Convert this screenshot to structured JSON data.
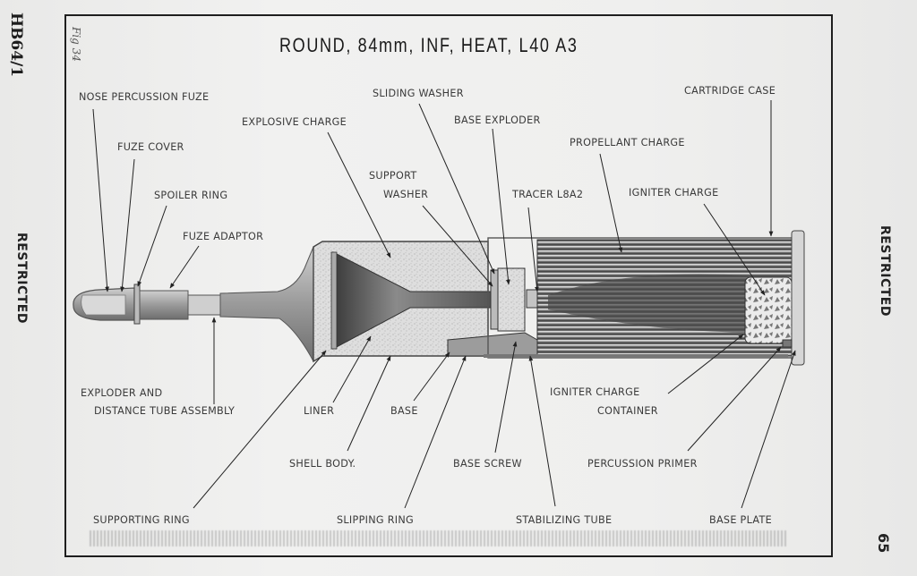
{
  "document": {
    "header_code": "HB64/1",
    "classification_left": "RESTRICTED",
    "classification_right": "RESTRICTED",
    "page_number": "65",
    "figure_label": "Fig 34",
    "title": "ROUND, 84mm, INF, HEAT, L40 A3"
  },
  "diagram": {
    "subject": "84mm HEAT round cross-section",
    "labels": {
      "nose_percussion_fuze": "NOSE PERCUSSION FUZE",
      "fuze_cover": "FUZE COVER",
      "spoiler_ring": "SPOILER RING",
      "fuze_adaptor": "FUZE ADAPTOR",
      "explosive_charge": "EXPLOSIVE CHARGE",
      "sliding_washer": "SLIDING WASHER",
      "base_exploder": "BASE EXPLODER",
      "support_washer_1": "SUPPORT",
      "support_washer_2": "WASHER",
      "tracer": "TRACER L8A2",
      "propellant_charge": "PROPELLANT CHARGE",
      "cartridge_case": "CARTRIDGE CASE",
      "igniter_charge": "IGNITER CHARGE",
      "exploder_1": "EXPLODER AND",
      "exploder_2": "DISTANCE TUBE ASSEMBLY",
      "liner": "LINER",
      "base": "BASE",
      "shell_body": "SHELL BODY.",
      "base_screw": "BASE SCREW",
      "igniter_container_1": "IGNITER CHARGE",
      "igniter_container_2": "CONTAINER",
      "percussion_primer": "PERCUSSION PRIMER",
      "supporting_ring": "SUPPORTING RING",
      "slipping_ring": "SLIPPING RING",
      "stabilizing_tube": "STABILIZING TUBE",
      "base_plate": "BASE PLATE"
    }
  }
}
